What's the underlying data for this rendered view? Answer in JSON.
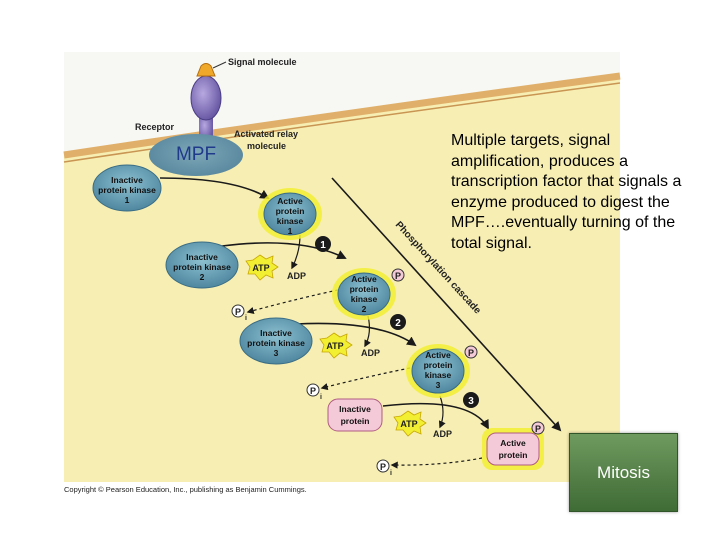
{
  "diagram": {
    "signal_molecule": "Signal molecule",
    "receptor": "Receptor",
    "relay_line1": "Activated relay",
    "relay_line2": "molecule",
    "inactive_pk1": [
      "Inactive",
      "protein kinase",
      "1"
    ],
    "active_pk1": [
      "Active",
      "protein",
      "kinase",
      "1"
    ],
    "inactive_pk2": [
      "Inactive",
      "protein kinase",
      "2"
    ],
    "active_pk2": [
      "Active",
      "protein",
      "kinase",
      "2"
    ],
    "inactive_pk3": [
      "Inactive",
      "protein kinase",
      "3"
    ],
    "active_pk3": [
      "Active",
      "protein",
      "kinase",
      "3"
    ],
    "inactive_protein": [
      "Inactive",
      "protein"
    ],
    "active_protein": [
      "Active",
      "protein"
    ],
    "atp": "ATP",
    "adp": "ADP",
    "p": "P",
    "pi_sub": "i",
    "steps": [
      "1",
      "2",
      "3"
    ],
    "cascade_label": "Phosphorylation cascade",
    "copyright": "Copyright © Pearson Education, Inc., publishing as Benjamin Cummings."
  },
  "overlay": {
    "mpf": "MPF",
    "callout": "Multiple targets, signal amplification, produces a transcription factor that signals a enzyme produced to digest the MPF….eventually turning of the total signal.",
    "mitosis": "Mitosis"
  },
  "colors": {
    "cytoplasm": "#f7eeb3",
    "membrane": "#e0b06a",
    "inactive_kinase": "#5f98ad",
    "active_kinase": "#6daabd",
    "active_glow": "#f2ef33",
    "protein_fill": "#f4c9d8",
    "receptor": "#8e7ec2",
    "atp": "#f2ef33",
    "step_circle": "#1a1a1a",
    "mitosis_box": "#5b8a4c"
  }
}
